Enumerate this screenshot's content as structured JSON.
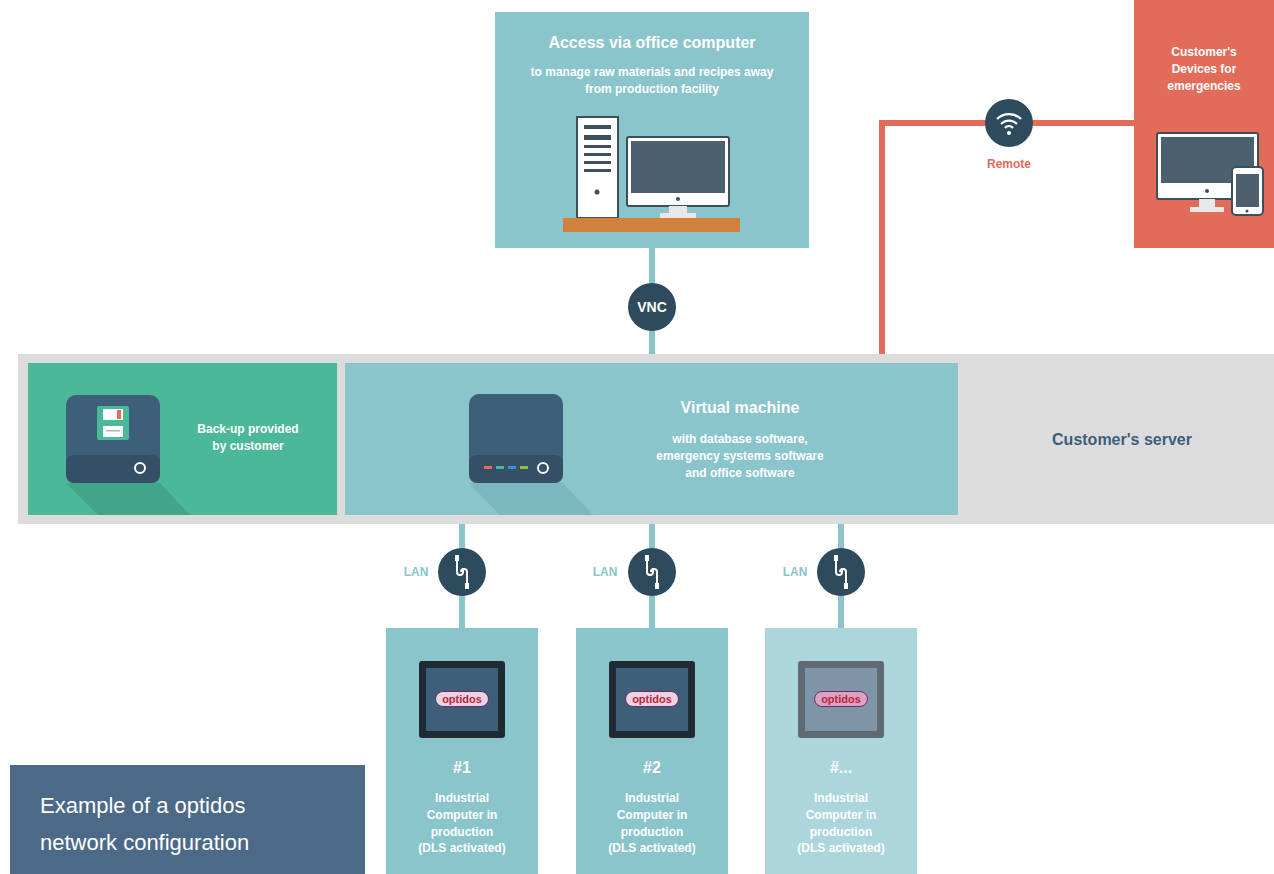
{
  "diagram": {
    "title": "Example of a optidos network configuration",
    "nodes": [
      {
        "text": [
          "Access via office computer",
          "to manage raw materials and recipes away from production facility"
        ]
      },
      {
        "text": [
          "Customer's Devices for emergencies"
        ]
      },
      {
        "text": [
          "Customer's server"
        ]
      },
      {
        "text": [
          "Back-up provided by customer"
        ],
        "in": 2
      },
      {
        "text": [
          "Virtual machine",
          "with database software, emergency systems software and office software"
        ],
        "in": 2
      },
      {
        "text": [
          "#1",
          "Industrial Computer in production (DLS activated)"
        ]
      },
      {
        "text": [
          "#2",
          "Industrial Computer in production (DLS activated)"
        ]
      },
      {
        "text": [
          "#...",
          "Industrial Computer in production (DLS activated)"
        ]
      }
    ],
    "edges": [
      {
        "from": 0,
        "to": 4,
        "arrow": "none",
        "label": "VNC"
      },
      {
        "from": 1,
        "to": 4,
        "arrow": "none",
        "label": "Remote"
      },
      {
        "from": 4,
        "to": 5,
        "arrow": "none",
        "label": "LAN"
      },
      {
        "from": 4,
        "to": 6,
        "arrow": "none",
        "label": "LAN"
      },
      {
        "from": 4,
        "to": 7,
        "arrow": "none",
        "label": "LAN"
      }
    ],
    "labels": [
      "optidos",
      "optidos",
      "optidos"
    ]
  }
}
